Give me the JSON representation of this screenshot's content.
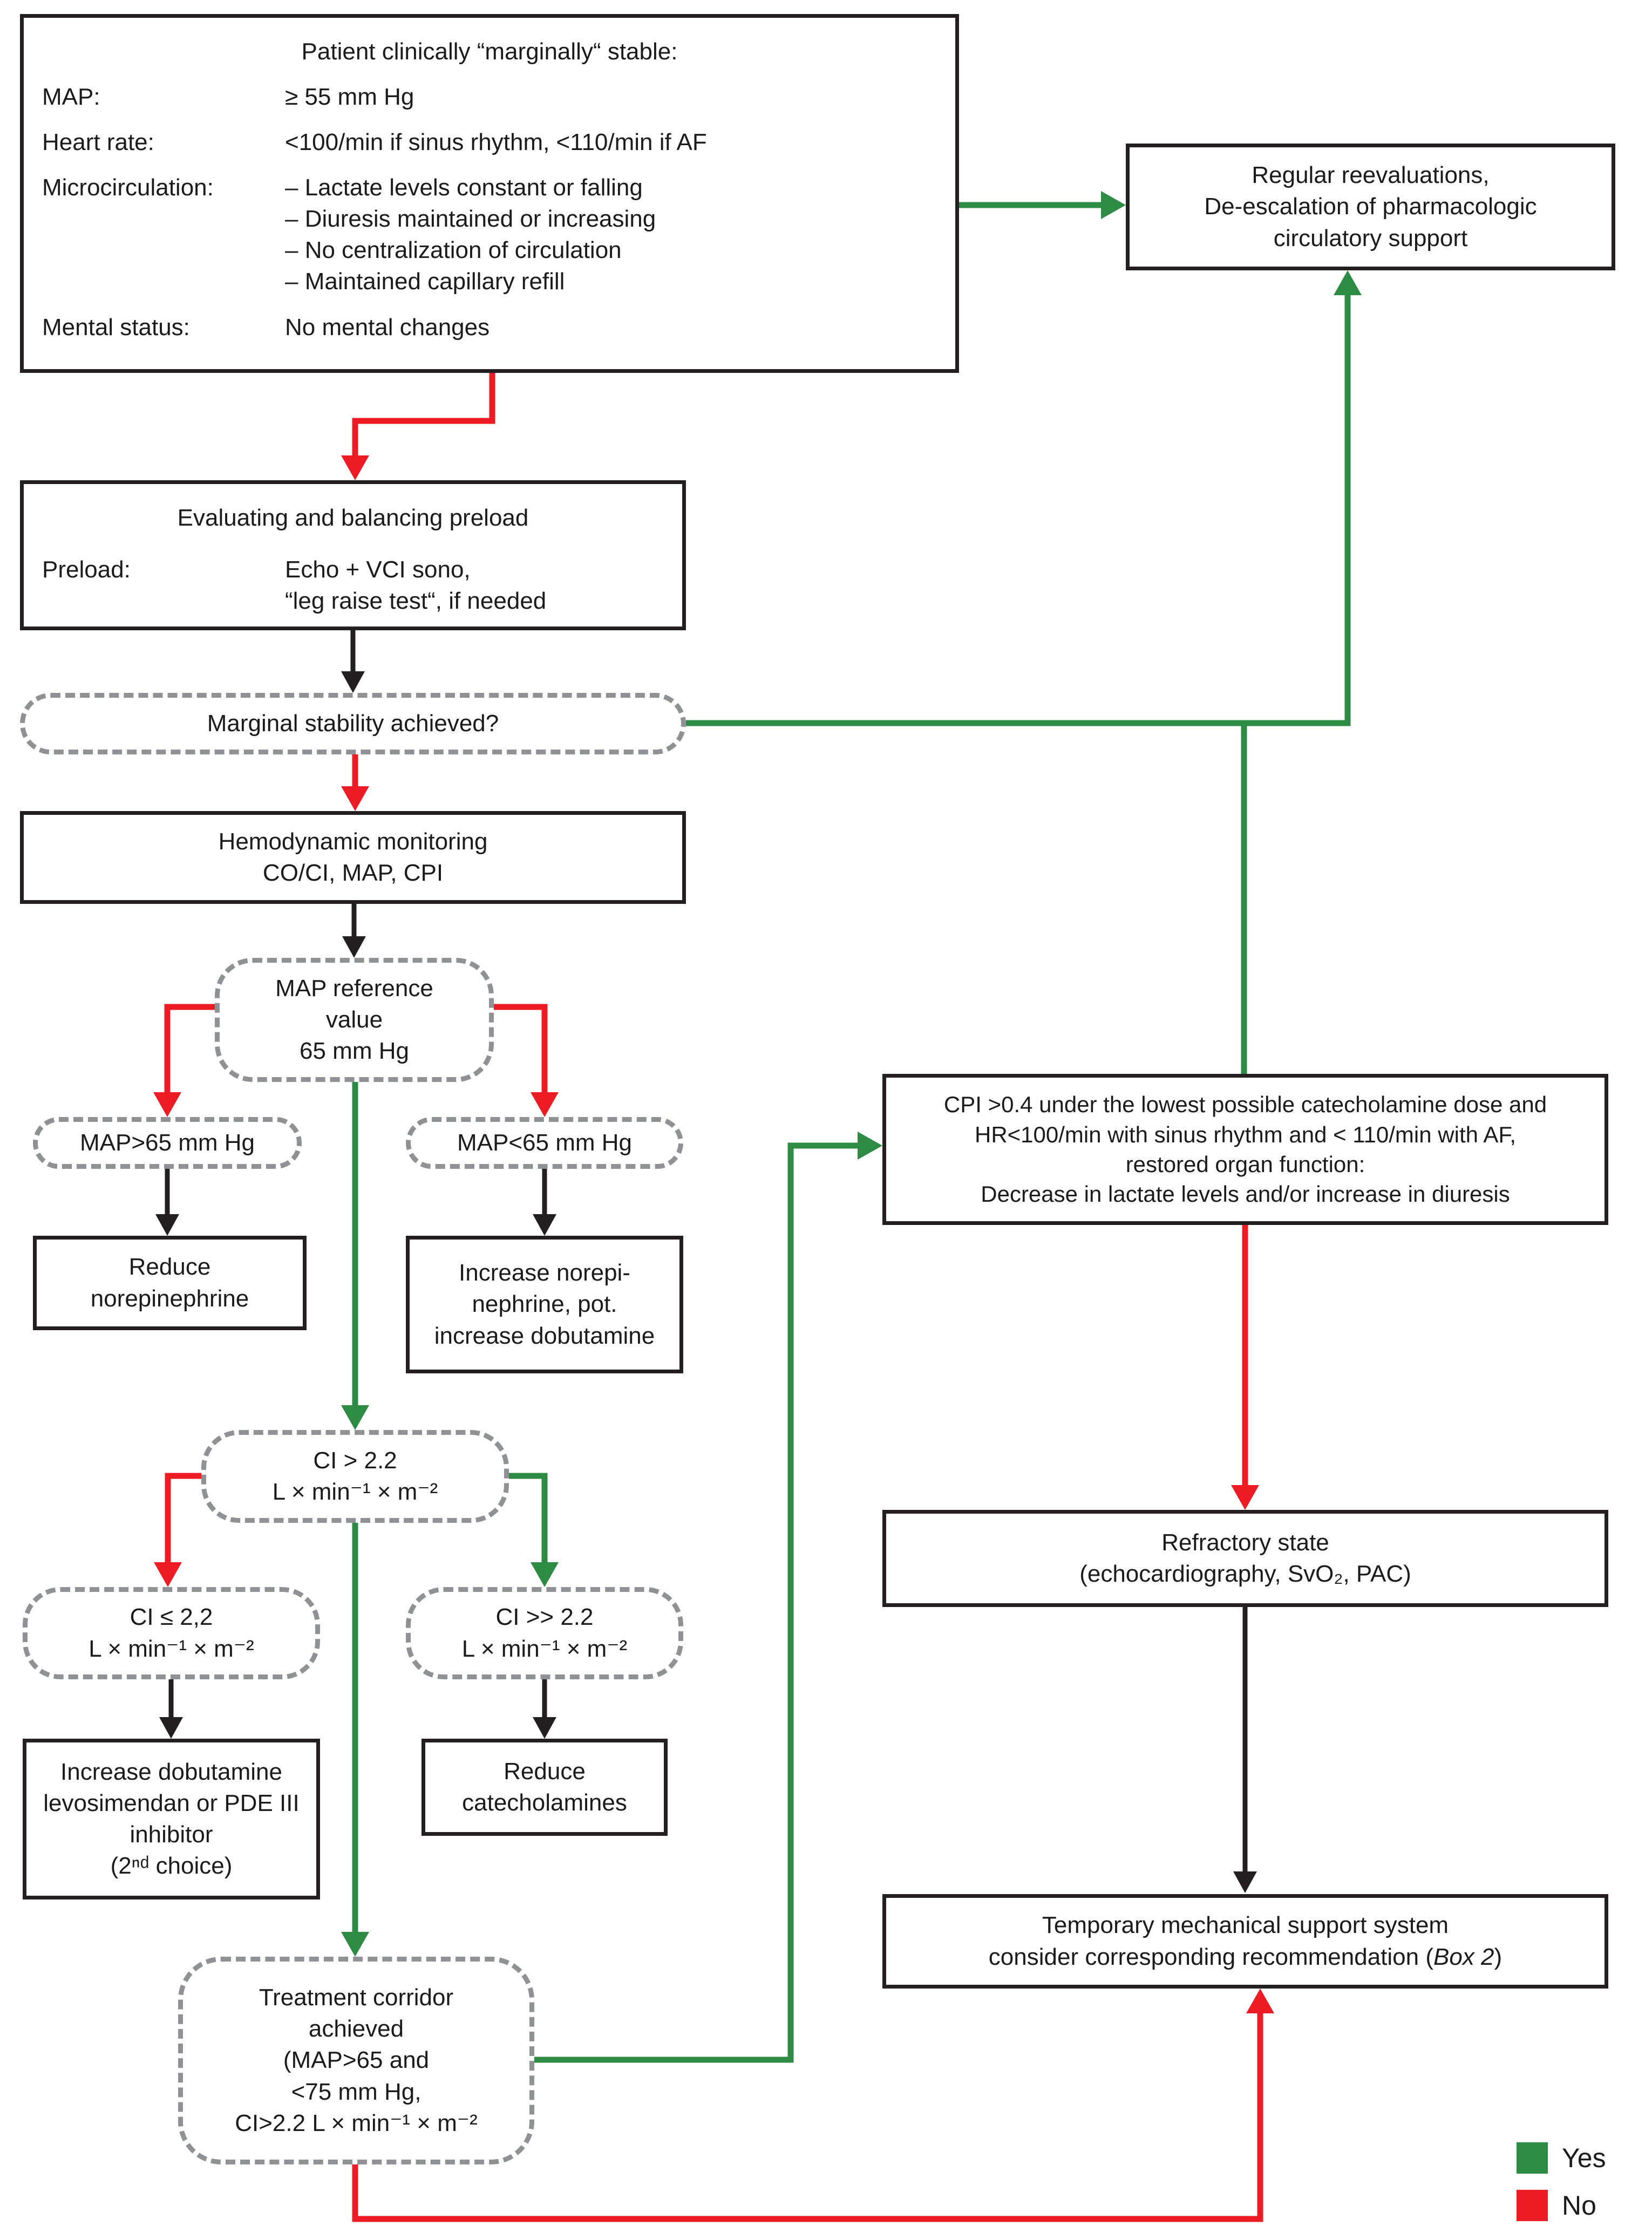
{
  "colors": {
    "yes_green": "#2e8b44",
    "no_red": "#ed1c24",
    "neutral_black": "#231f20",
    "dashed_gray": "#8f9194"
  },
  "nodes": {
    "stable": {
      "title": "Patient clinically “marginally“ stable:",
      "rows": [
        {
          "label": "MAP:",
          "value": "≥ 55 mm Hg"
        },
        {
          "label": "Heart rate:",
          "value": "<100/min if sinus rhythm, <110/min if AF"
        },
        {
          "label": "Microcirculation:",
          "value": "– Lactate levels constant or falling\n– Diuresis maintained or increasing\n– No centralization of circulation\n– Maintained capillary refill"
        },
        {
          "label": "Mental status:",
          "value": "No mental changes"
        }
      ]
    },
    "regular": {
      "text": "Regular reevaluations,\nDe-escalation of pharmacologic\ncirculatory support"
    },
    "preload": {
      "title": "Evaluating and balancing preload",
      "label": "Preload:",
      "value": "Echo + VCI sono,\n“leg raise test“, if needed"
    },
    "marginal": {
      "text": "Marginal stability achieved?"
    },
    "hemo": {
      "text": "Hemodynamic monitoring\nCO/CI, MAP, CPI"
    },
    "mapref": {
      "text": "MAP reference\nvalue\n65 mm Hg"
    },
    "map_gt": {
      "text": "MAP>65 mm Hg"
    },
    "map_lt": {
      "text": "MAP<65 mm Hg"
    },
    "reduce_nor": {
      "text": "Reduce\nnorepinephrine"
    },
    "increase_nor": {
      "text": "Increase norepi-\nnephrine, pot.\nincrease dobutamine"
    },
    "cpi": {
      "text": "CPI >0.4 under the lowest possible catecholamine dose and\nHR<100/min with sinus rhythm and < 110/min with AF,\nrestored organ function:\nDecrease in lactate levels and/or increase in diuresis"
    },
    "ci_gt": {
      "text": "CI > 2.2\nL × min⁻¹ × m⁻²"
    },
    "ci_le": {
      "text": "CI ≤ 2,2\nL × min⁻¹ × m⁻²"
    },
    "ci_gg": {
      "text": "CI >> 2.2\nL × min⁻¹ × m⁻²"
    },
    "increase_dob": {
      "text": "Increase dobutamine\nlevosimendan or PDE III\ninhibitor\n(2ⁿᵈ choice)"
    },
    "reduce_cat": {
      "text": "Reduce\ncatecholamines"
    },
    "refractory": {
      "text": "Refractory state\n(echocardiography, SvO₂, PAC)"
    },
    "treatment": {
      "text": "Treatment corridor\nachieved\n(MAP>65 and\n<75 mm Hg,\nCI>2.2 L × min⁻¹ × m⁻²"
    },
    "temp": {
      "line1": "Temporary mechanical support system",
      "line2_pre": "consider corresponding recommendation (",
      "line2_italic": "Box 2",
      "line2_post": ")"
    }
  },
  "legend": {
    "yes_label": "Yes",
    "no_label": "No"
  }
}
